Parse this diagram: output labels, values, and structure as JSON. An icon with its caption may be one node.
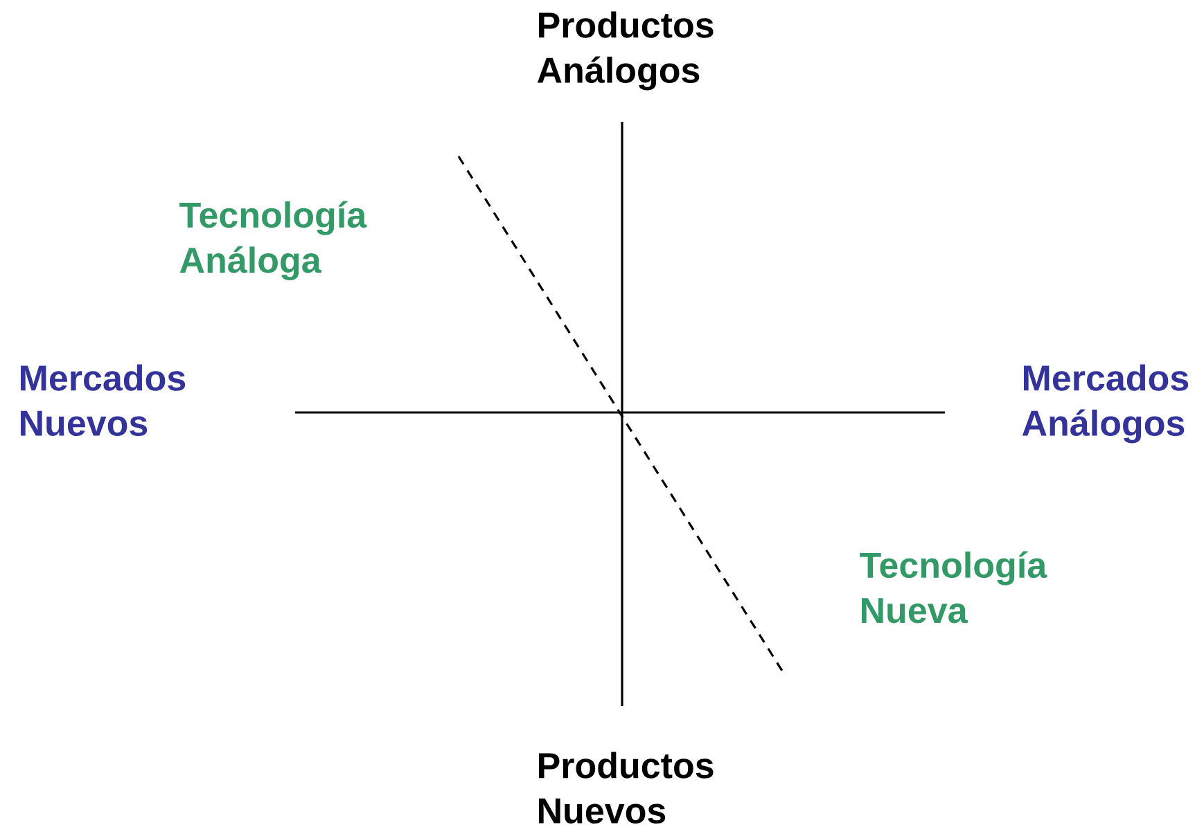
{
  "diagram": {
    "labels": [
      "Productos Análogos",
      "Tecnología Análoga",
      "Mercados Nuevos",
      "Mercados Análogos",
      "Tecnología Nueva",
      "Productos Nuevos"
    ]
  }
}
